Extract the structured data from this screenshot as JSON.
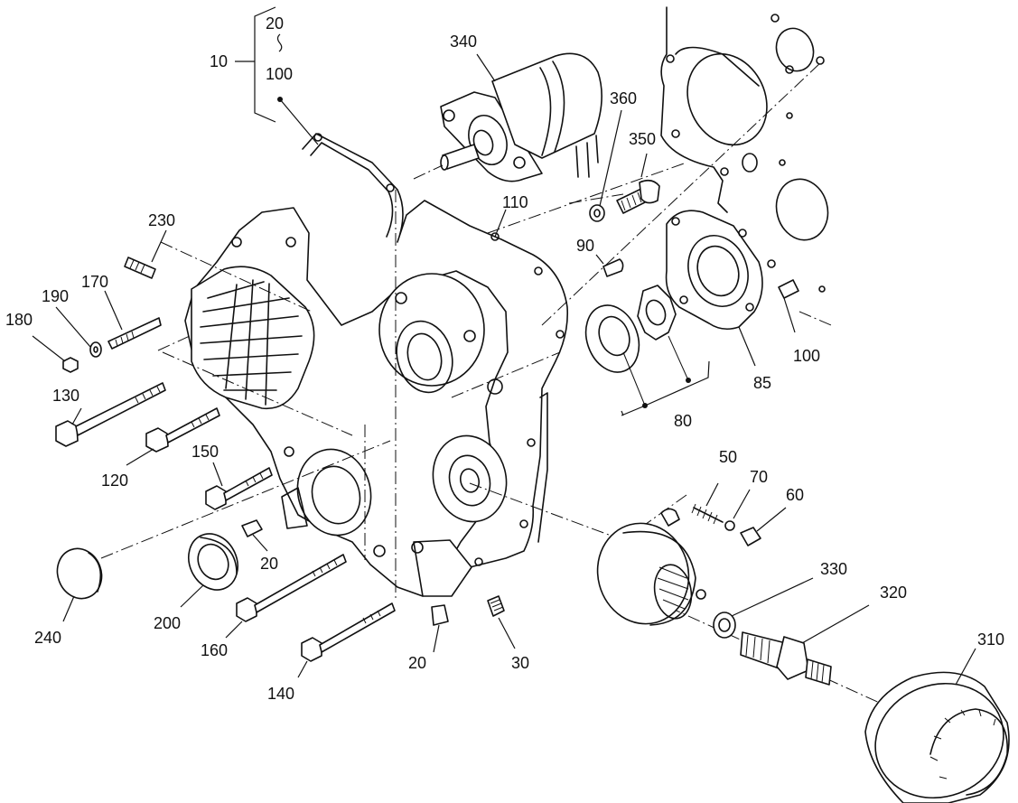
{
  "callouts": [
    {
      "id": "c10",
      "text": "10"
    },
    {
      "id": "c20a",
      "text": "20"
    },
    {
      "id": "c100a",
      "text": "100"
    },
    {
      "id": "c340",
      "text": "340"
    },
    {
      "id": "c360",
      "text": "360"
    },
    {
      "id": "c350",
      "text": "350"
    },
    {
      "id": "c110",
      "text": "110"
    },
    {
      "id": "c230",
      "text": "230"
    },
    {
      "id": "c170",
      "text": "170"
    },
    {
      "id": "c190",
      "text": "190"
    },
    {
      "id": "c180",
      "text": "180"
    },
    {
      "id": "c130",
      "text": "130"
    },
    {
      "id": "c120",
      "text": "120"
    },
    {
      "id": "c150",
      "text": "150"
    },
    {
      "id": "c90",
      "text": "90"
    },
    {
      "id": "c100b",
      "text": "100"
    },
    {
      "id": "c85",
      "text": "85"
    },
    {
      "id": "c80",
      "text": "80"
    },
    {
      "id": "c50",
      "text": "50"
    },
    {
      "id": "c70",
      "text": "70"
    },
    {
      "id": "c60",
      "text": "60"
    },
    {
      "id": "c20b",
      "text": "20"
    },
    {
      "id": "c240",
      "text": "240"
    },
    {
      "id": "c200",
      "text": "200"
    },
    {
      "id": "c160",
      "text": "160"
    },
    {
      "id": "c140",
      "text": "140"
    },
    {
      "id": "c20c",
      "text": "20"
    },
    {
      "id": "c30",
      "text": "30"
    },
    {
      "id": "c330",
      "text": "330"
    },
    {
      "id": "c320",
      "text": "320"
    },
    {
      "id": "c310",
      "text": "310"
    }
  ]
}
